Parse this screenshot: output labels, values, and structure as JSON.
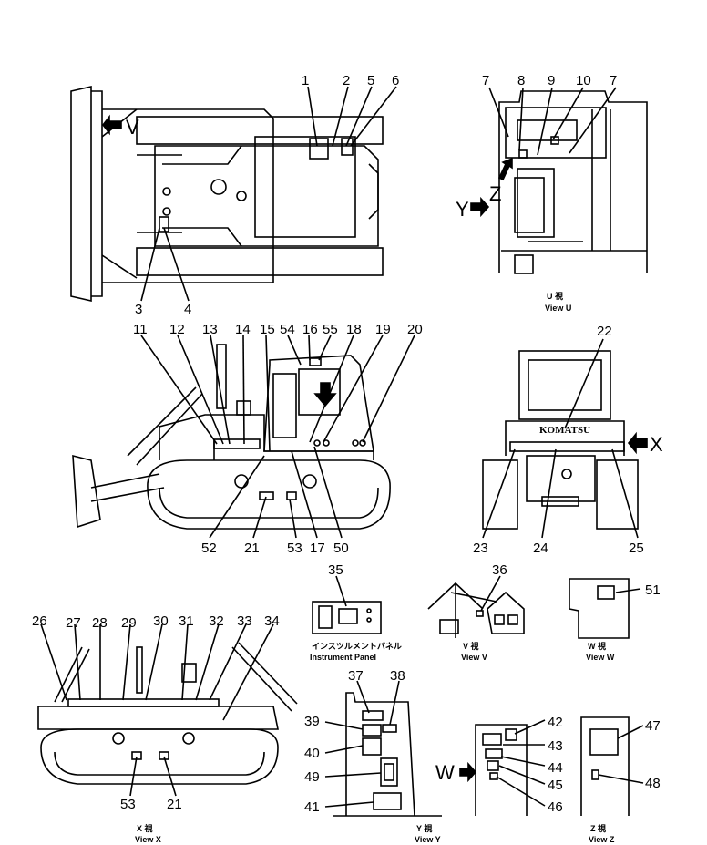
{
  "callouts": [
    "1",
    "2",
    "3",
    "4",
    "5",
    "6",
    "7",
    "8",
    "9",
    "10",
    "11",
    "12",
    "13",
    "14",
    "15",
    "16",
    "17",
    "18",
    "19",
    "20",
    "21",
    "22",
    "23",
    "24",
    "25",
    "26",
    "27",
    "28",
    "29",
    "30",
    "31",
    "32",
    "33",
    "34",
    "35",
    "36",
    "37",
    "38",
    "39",
    "40",
    "41",
    "42",
    "43",
    "44",
    "45",
    "46",
    "47",
    "48",
    "49",
    "50",
    "51",
    "52",
    "53",
    "54",
    "55"
  ],
  "direction_markers": {
    "v": "V",
    "x": "X",
    "y": "Y",
    "z": "Z",
    "w": "W"
  },
  "cab_brand": "KOMATSU",
  "view_captions": {
    "u": {
      "ja": "U 視",
      "en": "View U"
    },
    "v": {
      "ja": "V 視",
      "en": "View V"
    },
    "w": {
      "ja": "W 視",
      "en": "View W"
    },
    "x": {
      "ja": "X 視",
      "en": "View X"
    },
    "y": {
      "ja": "Y 視",
      "en": "View Y"
    },
    "z": {
      "ja": "Z 視",
      "en": "View Z"
    },
    "panel": {
      "ja": "インスツルメントパネル",
      "en": "Instrument Panel"
    }
  }
}
